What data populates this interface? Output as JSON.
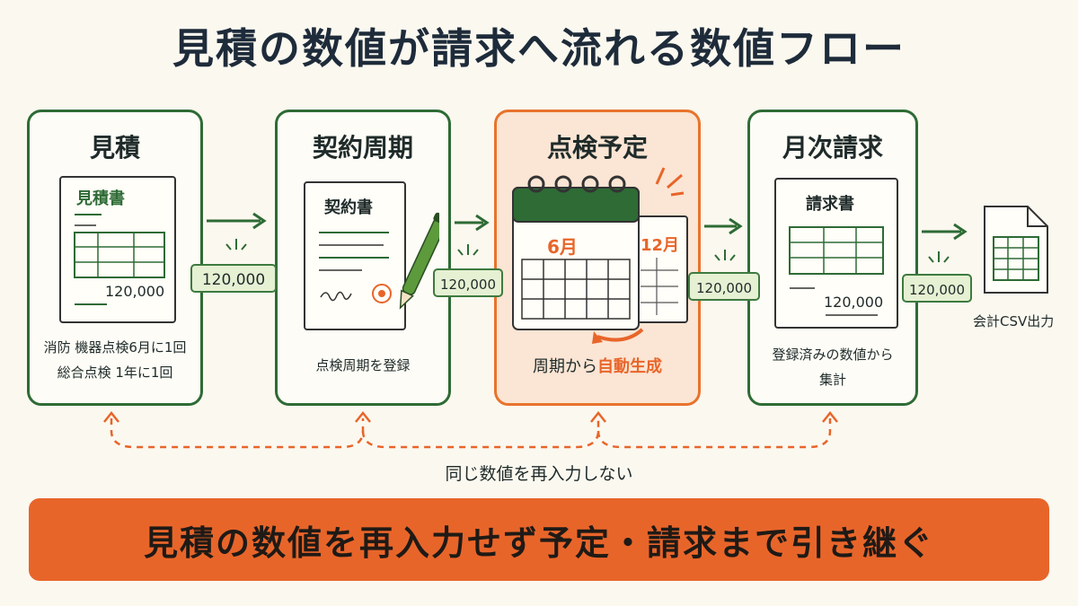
{
  "title": "見積の数値が請求へ流れる数値フロー",
  "colors": {
    "green": "#2e6b35",
    "orange": "#e8652a",
    "amount_bg": "#e6f0d3",
    "highlight_bg": "#fbe5d4"
  },
  "steps": [
    {
      "title": "見積",
      "doc_label": "見積書",
      "doc_amount": "120,000",
      "sub_lines": [
        "消防 機器点検6月に1回",
        "総合点検 1年に1回"
      ]
    },
    {
      "title": "契約周期",
      "doc_label": "契約書",
      "sub_lines": [
        "点検周期を登録"
      ]
    },
    {
      "title": "点検予定",
      "calendar_labels": [
        "6月",
        "12月"
      ],
      "sub_prefix": "周期から",
      "sub_highlight": "自動生成"
    },
    {
      "title": "月次請求",
      "doc_label": "請求書",
      "doc_amount": "120,000",
      "sub_lines": [
        "登録済みの数値から",
        "集計"
      ]
    }
  ],
  "amounts": [
    "120,000",
    "120,000",
    "120,000",
    "120,000"
  ],
  "csv_label": "会計CSV出力",
  "note": "同じ数値を再入力しない",
  "banner": "見積の数値を再入力せず予定・請求まで引き継ぐ"
}
